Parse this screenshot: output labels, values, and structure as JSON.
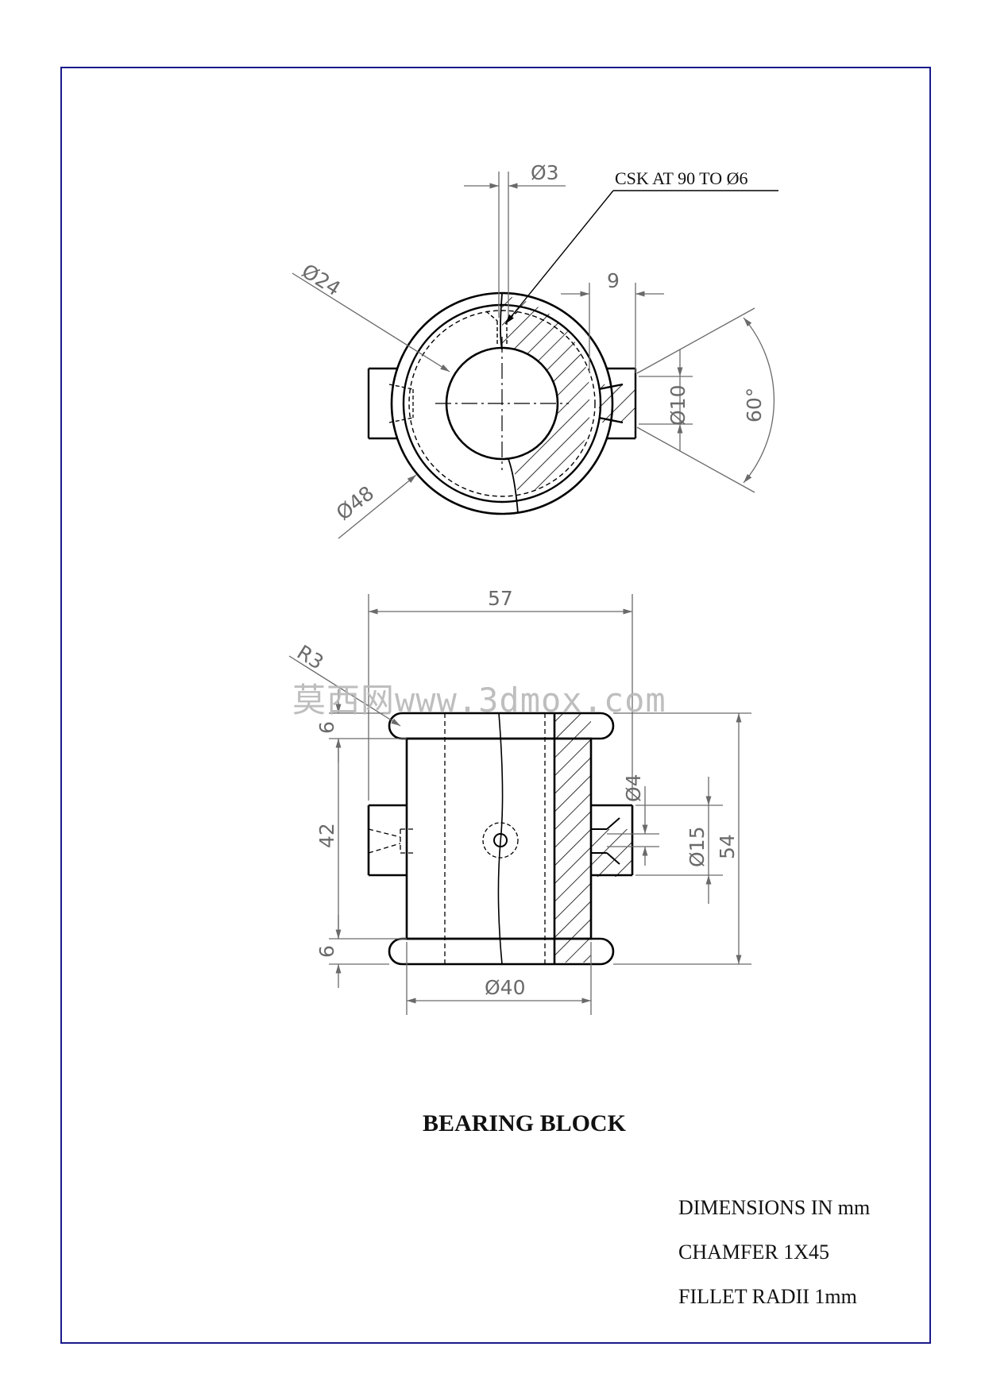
{
  "drawing": {
    "title": "BEARING BLOCK",
    "notes": [
      "DIMENSIONS IN mm",
      "CHAMFER 1X45",
      "FILLET RADII 1mm"
    ],
    "watermark": "莫西网www.3dmox.com"
  },
  "top_view": {
    "leader_note": "CSK AT 90 TO Ø6",
    "dims": {
      "d3": "Ø3",
      "d24": "Ø24",
      "d48": "Ø48",
      "w9": "9",
      "d10": "Ø10",
      "angle": "60°"
    }
  },
  "front_view": {
    "dims": {
      "w57": "57",
      "r3": "R3",
      "h6_top": "6",
      "h42": "42",
      "h6_bottom": "6",
      "d4": "Ø4",
      "d15": "Ø15",
      "h54": "54",
      "d40": "Ø40"
    }
  },
  "colors": {
    "frame": "#1a1a8c",
    "line": "#000000",
    "dimension": "#6a6a6a"
  }
}
